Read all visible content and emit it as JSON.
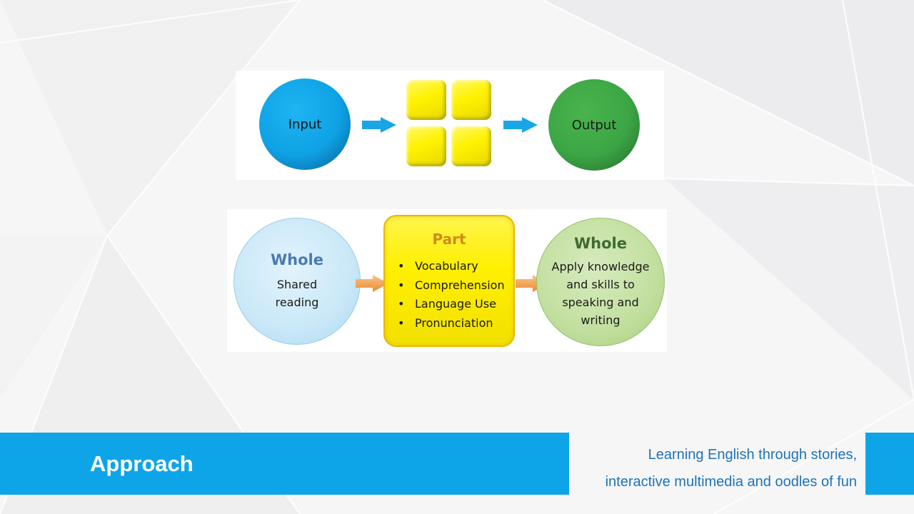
{
  "colors": {
    "accent": "#0ea5e8",
    "input_circle": "#0ea2e5",
    "output_circle": "#3ca645",
    "blocks": "#fff200",
    "top_arrow": "#1aa6e6",
    "bottom_arrow": "#f5a050"
  },
  "process_diagram": {
    "input_label": "Input",
    "output_label": "Output"
  },
  "approach_diagram": {
    "whole_left": {
      "title": "Whole",
      "line1": "Shared",
      "line2": "reading"
    },
    "part": {
      "title": "Part",
      "items": [
        "Vocabulary",
        "Comprehension",
        "Language Use",
        "Pronunciation"
      ]
    },
    "whole_right": {
      "title": "Whole",
      "line1": "Apply knowledge",
      "line2": "and skills to",
      "line3": "speaking and",
      "line4": "writing"
    }
  },
  "footer": {
    "title": "Approach",
    "tagline_line1": "Learning English through stories,",
    "tagline_line2": "interactive multimedia and oodles of fun"
  }
}
